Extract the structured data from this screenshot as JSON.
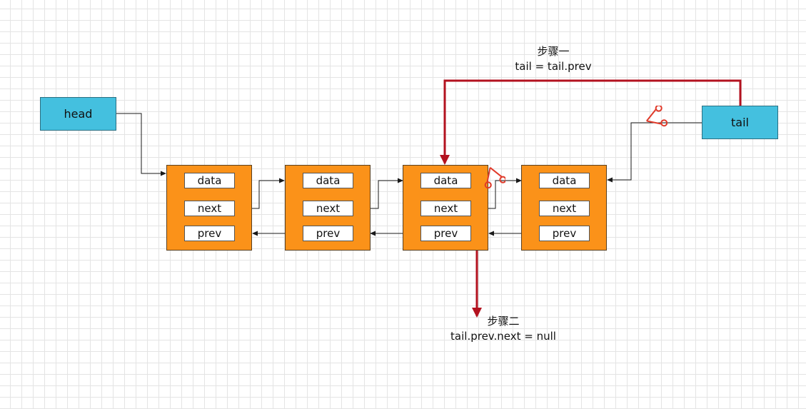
{
  "pointers": {
    "head": "head",
    "tail": "tail"
  },
  "nodes": [
    {
      "data": "data",
      "next": "next",
      "prev": "prev"
    },
    {
      "data": "data",
      "next": "next",
      "prev": "prev"
    },
    {
      "data": "data",
      "next": "next",
      "prev": "prev"
    },
    {
      "data": "data",
      "next": "next",
      "prev": "prev"
    }
  ],
  "steps": {
    "step1": {
      "title": "步骤一",
      "code": "tail = tail.prev"
    },
    "step2": {
      "title": "步骤二",
      "code": "tail.prev.next = null"
    }
  },
  "colors": {
    "pointer_box": "#44c0df",
    "node_box": "#fb9219",
    "step_arrow": "#b3121f",
    "scissors": "#e03a2a",
    "link_arrow": "#1a1a1a"
  },
  "icons": [
    "scissors-icon"
  ]
}
